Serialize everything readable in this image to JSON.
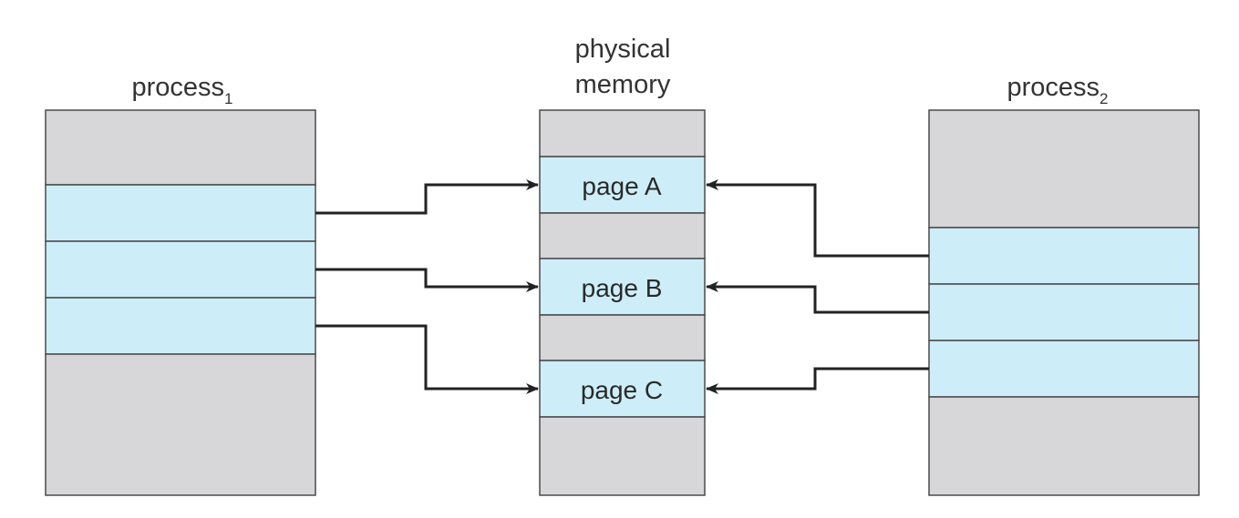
{
  "diagram": {
    "process1": {
      "name": "process",
      "subscript": "1"
    },
    "physical_memory": {
      "title_line1": "physical",
      "title_line2": "memory",
      "pages": [
        "page A",
        "page B",
        "page C"
      ]
    },
    "process2": {
      "name": "process",
      "subscript": "2"
    },
    "colors": {
      "free_block": "#d7d7d9",
      "page_block": "#cdeef9",
      "border": "#4a4a4a",
      "arrow": "#222222"
    }
  }
}
